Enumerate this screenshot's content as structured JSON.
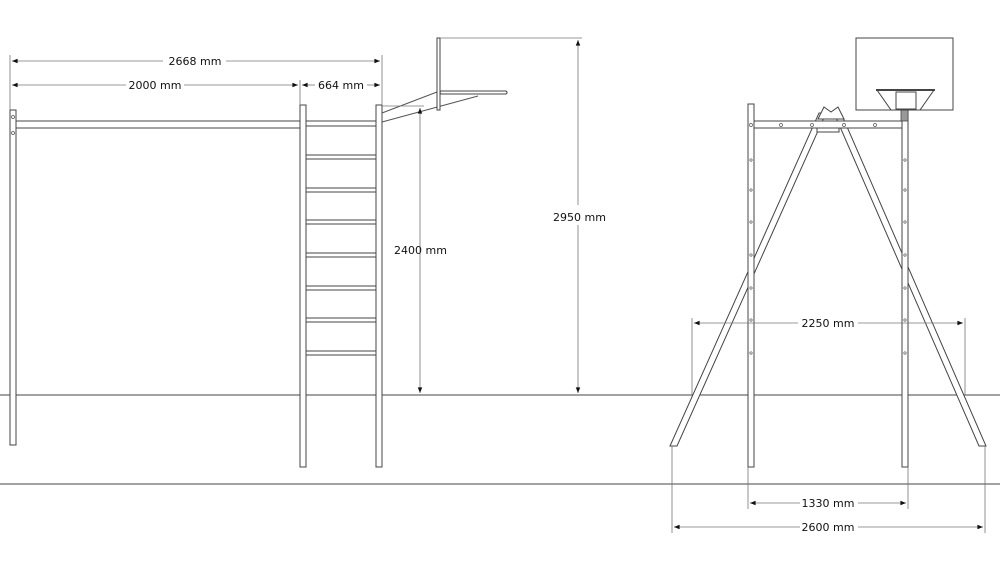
{
  "dimensions": {
    "total_length": "2668 mm",
    "bar_length": "2000 mm",
    "ladder_width": "664 mm",
    "ladder_height": "2400 mm",
    "total_height": "2950 mm",
    "frame_spread_top": "2250 mm",
    "post_spacing": "1330 mm",
    "base_width": "2600 mm"
  }
}
